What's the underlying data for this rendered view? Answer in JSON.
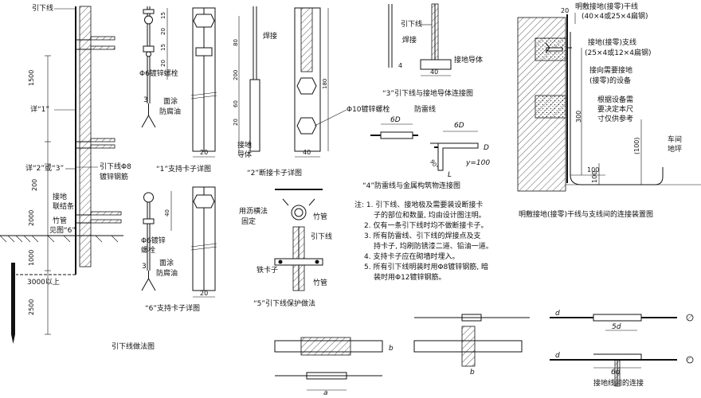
{
  "figures": {
    "main": {
      "caption": "引下线做法图",
      "labels": {
        "down_lead": "引下线",
        "detail1": "详“1”",
        "detail23": "详“2”或“3”",
        "rebar_a": "引下线Φ8",
        "rebar_b": "镀锌钢筋",
        "tie_a": "接地",
        "tie_b": "联结条",
        "pipe_a": "竹管",
        "pipe_b": "见图“6”",
        "above3000": "3000以上"
      },
      "dims": [
        "1500",
        "200",
        "2000",
        "1000",
        "2500"
      ]
    },
    "fig1": {
      "caption": "“1”支持卡子详图",
      "labels": {
        "bolt": "Φ6镀锌螺栓",
        "paint_a": "面涂",
        "paint_b": "防腐油",
        "num3": "3"
      },
      "dims": [
        "15",
        "20",
        "15",
        "20",
        "20"
      ]
    },
    "fig2": {
      "caption": "“2”断接卡子详图",
      "labels": {
        "weld": "焊接",
        "ground_a": "接地",
        "ground_b": "导体",
        "bolt10": "Φ10镀锌螺栓"
      },
      "dims": [
        "80",
        "200",
        "60",
        "20",
        "180",
        "40"
      ]
    },
    "fig3": {
      "caption": "“3”引下线与接地导体连接图",
      "labels": {
        "down": "引下线",
        "weld": "焊接",
        "ground": "接地导体",
        "num4": "4"
      },
      "dims": [
        "40"
      ]
    },
    "fig4": {
      "caption": "“4”防雷线与金属构筑物连接图",
      "labels": {
        "lightning": "防雷线",
        "d6a": "6D",
        "d6b": "6D",
        "dD": "D",
        "y100": "y=100",
        "deg": "90°",
        "L": "L"
      }
    },
    "fig5": {
      "caption": "“5”引下线保护做法",
      "labels": {
        "asphalt_a": "用沥横法",
        "asphalt_b": "固定",
        "pipe1": "竹管",
        "down": "引下线",
        "clip": "铁卡子",
        "pipe2": "竹管"
      }
    },
    "fig6": {
      "caption": "“6”支持卡子详图",
      "labels": {
        "bolt": "Φ6镀锌",
        "bolt2": "螺栓",
        "paint_a": "面涂",
        "paint_b": "防腐油",
        "num3": "3"
      },
      "dims": [
        "40",
        "20"
      ]
    },
    "right": {
      "caption": "明敷接地(接零)干线与支线间的连接装置图",
      "labels": {
        "main_a": "明敷接地(接零)干线",
        "main_b": "(40×4或25×4扁钢)",
        "branch_a": "接地(接零)支线",
        "branch_b": "(25×4或12×4扁钢)",
        "equip_a": "接向需要接地",
        "equip_b": "(接零)的设备",
        "note_a": "根据设备需",
        "note_b": "要决定本尺",
        "note_c": "寸仅供参考",
        "floor_a": "车间",
        "floor_b": "地坪"
      },
      "dims": [
        "20",
        "300",
        "(100)",
        "100",
        "100"
      ]
    },
    "notes": {
      "lines": [
        "注: 1. 引下线、接地极及需要装设断接卡",
        "子的部位和数量, 均由设计图注明。",
        "2. 仅有一条引下线时均不做断接卡子。",
        "3. 所有防雷线、引下线的焊接点及支",
        "持卡子, 均刷防锈漆二道、铅油一道。",
        "4. 支持卡子应在砌墙时埋入。",
        "5. 所有引下线明装时用Φ8镀锌钢筋, 暗",
        "装时用Φ12镀锌钢筋。"
      ]
    },
    "bottom": {
      "caption": "接地线间的连接",
      "labels": {
        "a": "a",
        "b1": "b",
        "b2": "b",
        "d1": "d",
        "d2": "d",
        "d5": "5d",
        "d6": "6d"
      }
    }
  }
}
